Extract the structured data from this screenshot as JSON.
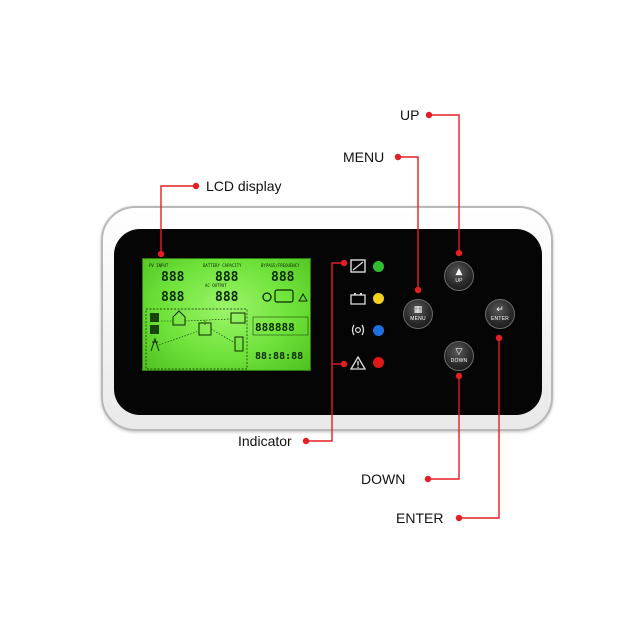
{
  "callouts": {
    "lcd_display": "LCD display",
    "indicator": "Indicator",
    "menu": "MENU",
    "up": "UP",
    "down": "DOWN",
    "enter": "ENTER"
  },
  "buttons": {
    "up": {
      "caption": "UP",
      "icon": "triangle-up-icon",
      "symbol": "▲"
    },
    "menu": {
      "caption": "MENU",
      "icon": "grid-icon",
      "symbol": "▦"
    },
    "down": {
      "caption": "DOWN",
      "icon": "triangle-down-icon",
      "symbol": "▽"
    },
    "enter": {
      "caption": "ENTER",
      "icon": "return-arrow-icon",
      "symbol": "↵"
    }
  },
  "indicators": [
    {
      "icon": "solar-charge-icon",
      "color": "#2fbf2f"
    },
    {
      "icon": "battery-icon",
      "color": "#f2d21b"
    },
    {
      "icon": "radio-signal-icon",
      "color": "#1e6fe0"
    },
    {
      "icon": "warning-icon",
      "color": "#e01818"
    }
  ],
  "colors": {
    "callout_red": "#e31e24",
    "lcd_green": "#6fe23a",
    "panel_black": "#050505"
  },
  "lcd": {
    "pv_input_label": "PV INPUT",
    "battery_capacity_label": "BATTERY CAPACITY",
    "bypass_frequency_label": "BYPASS/FREQUENCY",
    "ac_output_label": "AC OUTPUT",
    "segment_digits": "888",
    "segment_long": "888888",
    "clock_digits": "88:88:88"
  }
}
